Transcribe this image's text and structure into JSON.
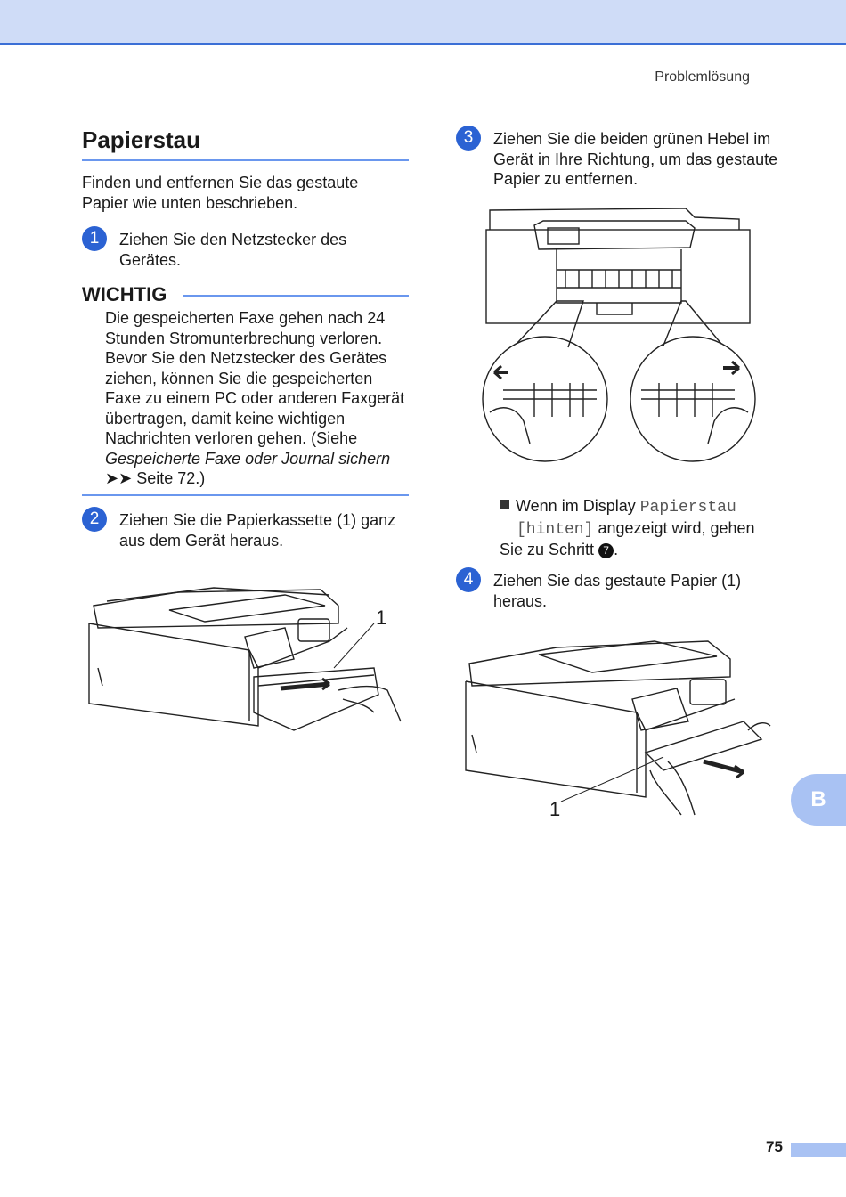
{
  "header": {
    "section": "Problemlösung"
  },
  "title": "Papierstau",
  "intro": "Finden und entfernen Sie das gestaute Papier wie unten beschrieben.",
  "steps": [
    {
      "num": "1",
      "text": "Ziehen Sie den Netzstecker des Gerätes."
    },
    {
      "num": "2",
      "text": "Ziehen Sie die Papierkassette (1) ganz aus dem Gerät heraus."
    },
    {
      "num": "3",
      "text": "Ziehen Sie die beiden grünen Hebel im Gerät in Ihre Richtung, um das gestaute Papier zu entfernen."
    },
    {
      "num": "4",
      "text": "Ziehen Sie das gestaute Papier (1) heraus."
    }
  ],
  "wichtig": {
    "title": "WICHTIG",
    "text": "Die gespeicherten Faxe gehen nach 24 Stunden Stromunterbrechung verloren. Bevor Sie den Netzstecker des Gerätes ziehen, können Sie die gespeicherten Faxe zu einem PC oder anderen Faxgerät übertragen, damit keine wichtigen Nachrichten verloren gehen. (Siehe",
    "ref_italic": "Gespeicherte Faxe oder Journal sichern",
    "ref_arrows": "➤➤",
    "ref_page": "Seite 72.)"
  },
  "bullet": {
    "prefix": "Wenn im Display",
    "display_text_1": "Papierstau",
    "display_text_2": "[hinten]",
    "suffix": "angezeigt wird, gehen Sie zu Schritt",
    "step_ref": "7",
    "end": "."
  },
  "illustrations": {
    "label_one_a": "1",
    "label_one_b": "1"
  },
  "side_tab": "B",
  "page_number": "75"
}
